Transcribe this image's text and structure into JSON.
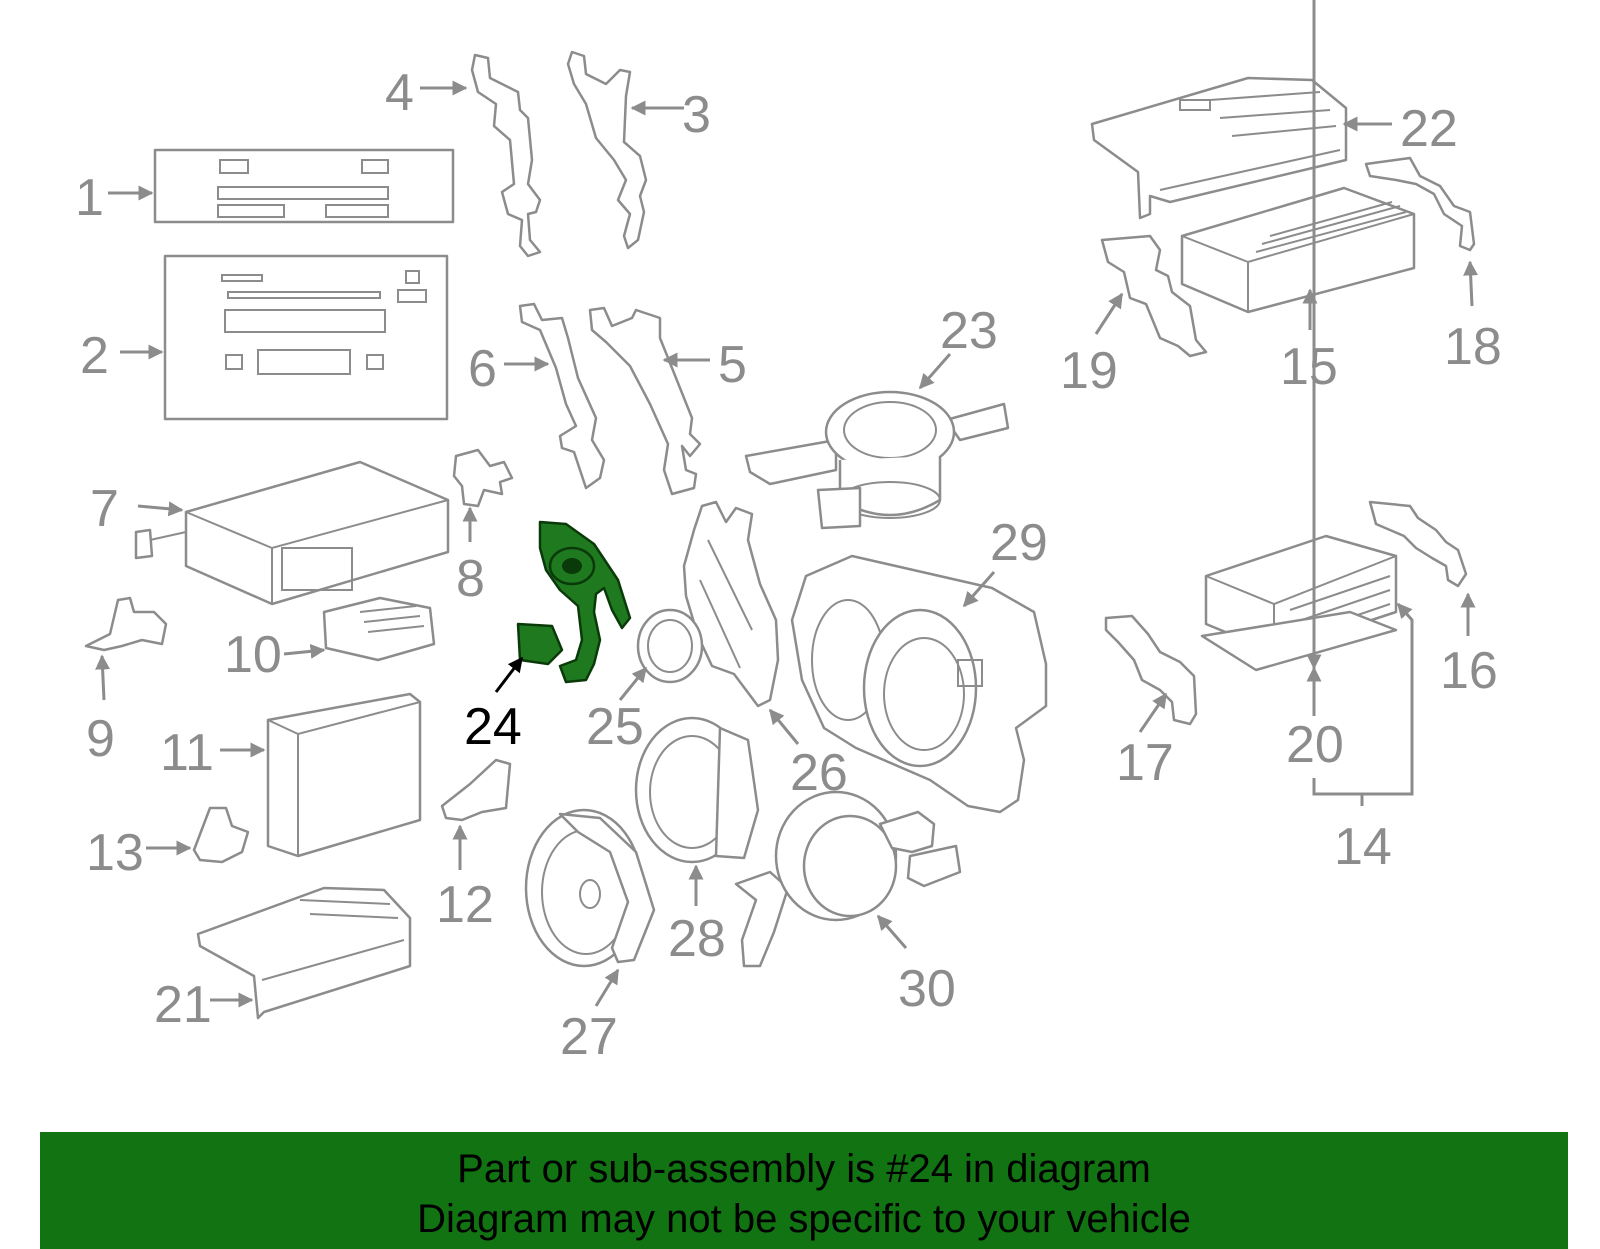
{
  "colors": {
    "part_stroke": "#8c8c8c",
    "highlight": "#1f7a1f",
    "banner": "#117311"
  },
  "highlighted_part": "24",
  "labels": {
    "p1": "1",
    "p2": "2",
    "p3": "3",
    "p4": "4",
    "p5": "5",
    "p6": "6",
    "p7": "7",
    "p8": "8",
    "p9": "9",
    "p10": "10",
    "p11": "11",
    "p12": "12",
    "p13": "13",
    "p14": "14",
    "p15": "15",
    "p16": "16",
    "p17": "17",
    "p18": "18",
    "p19": "19",
    "p20": "20",
    "p21": "21",
    "p22": "22",
    "p23": "23",
    "p24": "24",
    "p25": "25",
    "p26": "26",
    "p27": "27",
    "p28": "28",
    "p29": "29",
    "p30": "30"
  },
  "banner": {
    "line1": "Part or sub-assembly is #24 in diagram",
    "line2": "Diagram may not be specific to your vehicle"
  }
}
